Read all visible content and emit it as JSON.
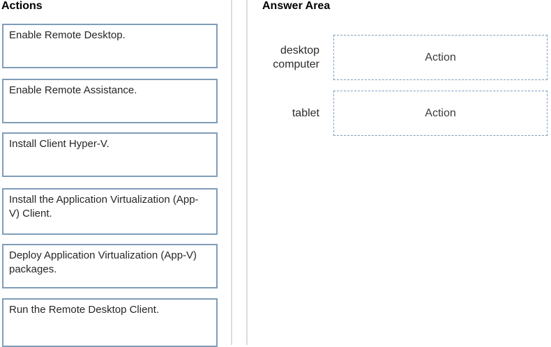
{
  "colors": {
    "action_box_border": "#7f9db9",
    "drop_zone_border": "#7d9cba",
    "divider": "#dcdcdc",
    "heading_text": "#000000",
    "body_text": "#262626"
  },
  "actions_panel": {
    "title": "Actions",
    "items": [
      {
        "label": "Enable Remote Desktop."
      },
      {
        "label": "Enable Remote Assistance."
      },
      {
        "label": "Install Client Hyper-V."
      },
      {
        "label": "Install the Application Virtualization (App- V) Client."
      },
      {
        "label": "Deploy Application Virtualization (App-V) packages."
      },
      {
        "label": "Run the Remote Desktop Client."
      }
    ]
  },
  "answer_area": {
    "title": "Answer Area",
    "rows": [
      {
        "label": "desktop computer",
        "placeholder": "Action"
      },
      {
        "label": "tablet",
        "placeholder": "Action"
      }
    ]
  }
}
